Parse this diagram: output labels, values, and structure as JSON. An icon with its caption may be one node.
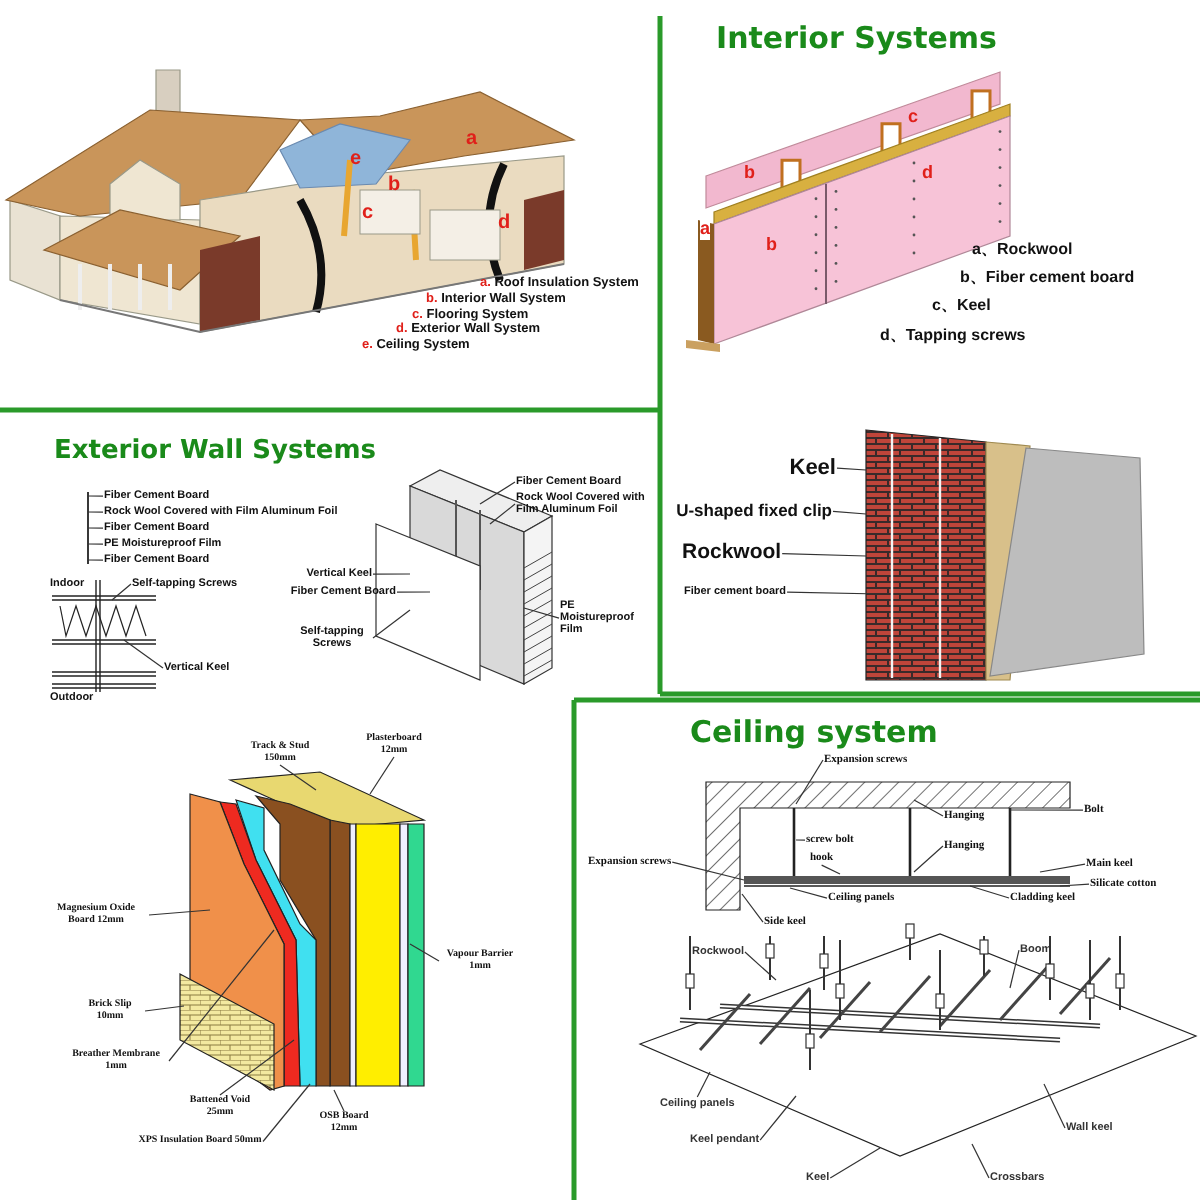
{
  "diagram": {
    "nodes": [
      {
        "text": [
          "Fiber Cement Board"
        ]
      },
      {
        "text": [
          "Rock Wool Covered with Film Aluminum Foil"
        ]
      },
      {
        "text": [
          "Fiber Cement Board"
        ]
      },
      {
        "text": [
          "PE Moistureproof Film"
        ]
      },
      {
        "text": [
          "Fiber Cement Board"
        ]
      },
      {
        "text": [
          "Self-tapping Screws"
        ]
      },
      {
        "text": [
          "Vertical Keel"
        ]
      },
      {
        "text": [
          "Fiber Cement Board"
        ]
      },
      {
        "text": [
          "Rock Wool Covered with Film Aluminum Foil"
        ]
      },
      {
        "text": [
          "Vertical Keel"
        ]
      },
      {
        "text": [
          "Fiber Cement Board"
        ]
      },
      {
        "text": [
          "Self-tapping Screws"
        ]
      },
      {
        "text": [
          "PE Moistureproof Film"
        ]
      },
      {
        "text": [
          "Keel"
        ]
      },
      {
        "text": [
          "U-shaped fixed clip"
        ]
      },
      {
        "text": [
          "Rockwool"
        ]
      },
      {
        "text": [
          "Fiber cement board"
        ]
      },
      {
        "text": [
          "Track & Stud 150mm"
        ]
      },
      {
        "text": [
          "Plasterboard 12mm"
        ]
      },
      {
        "text": [
          "Magnesium Oxide Board 12mm"
        ]
      },
      {
        "text": [
          "Vapour Barrier 1mm"
        ]
      },
      {
        "text": [
          "Brick Slip 10mm"
        ]
      },
      {
        "text": [
          "Breather Membrane 1mm"
        ]
      },
      {
        "text": [
          "Battened Void 25mm"
        ]
      },
      {
        "text": [
          "OSB Board 12mm"
        ]
      },
      {
        "text": [
          "XPS Insulation Board 50mm"
        ]
      },
      {
        "text": [
          "Expansion screws"
        ]
      },
      {
        "text": [
          "Bolt"
        ]
      },
      {
        "text": [
          "Hanging"
        ]
      },
      {
        "text": [
          "screw bolt"
        ]
      },
      {
        "text": [
          "Hanging"
        ]
      },
      {
        "text": [
          "hook"
        ]
      },
      {
        "text": [
          "Main keel"
        ]
      },
      {
        "text": [
          "Expansion screws"
        ]
      },
      {
        "text": [
          "Silicate cotton"
        ]
      },
      {
        "text": [
          "Ceiling panels"
        ]
      },
      {
        "text": [
          "Cladding keel"
        ]
      },
      {
        "text": [
          "Side keel"
        ]
      },
      {
        "text": [
          "Rockwool"
        ]
      },
      {
        "text": [
          "Boom"
        ]
      },
      {
        "text": [
          "Ceiling panels"
        ]
      },
      {
        "text": [
          "Wall keel"
        ]
      },
      {
        "text": [
          "Keel pendant"
        ]
      },
      {
        "text": [
          "Keel"
        ]
      },
      {
        "text": [
          "Crossbars"
        ]
      },
      {
        "text": [],
        "shape": "bar"
      },
      {
        "text": [],
        "shape": "picture"
      },
      {
        "text": [],
        "shape": "picture"
      },
      {
        "text": [],
        "shape": "picture"
      },
      {
        "text": [],
        "shape": "picture"
      },
      {
        "text": [],
        "shape": "picture"
      },
      {
        "text": [],
        "shape": "picture"
      }
    ],
    "edges": [
      {
        "from": 0,
        "to": 45,
        "arrow": "none"
      },
      {
        "from": 1,
        "to": 45,
        "arrow": "none"
      },
      {
        "from": 2,
        "to": 45,
        "arrow": "none"
      },
      {
        "from": 3,
        "to": 45,
        "arrow": "none"
      },
      {
        "from": 4,
        "to": 45,
        "arrow": "none"
      },
      {
        "from": 5,
        "to": 46,
        "arrow": "none"
      },
      {
        "from": 6,
        "to": 46,
        "arrow": "none"
      },
      {
        "from": 7,
        "to": 47,
        "arrow": "none"
      },
      {
        "from": 8,
        "to": 47,
        "arrow": "none"
      },
      {
        "from": 9,
        "to": 47,
        "arrow": "none"
      },
      {
        "from": 10,
        "to": 47,
        "arrow": "none"
      },
      {
        "from": 11,
        "to": 47,
        "arrow": "none"
      },
      {
        "from": 12,
        "to": 47,
        "arrow": "none"
      },
      {
        "from": 13,
        "to": 48,
        "arrow": "none"
      },
      {
        "from": 14,
        "to": 48,
        "arrow": "none"
      },
      {
        "from": 15,
        "to": 48,
        "arrow": "none"
      },
      {
        "from": 16,
        "to": 48,
        "arrow": "none"
      },
      {
        "from": 17,
        "to": 49,
        "arrow": "none"
      },
      {
        "from": 18,
        "to": 49,
        "arrow": "none"
      },
      {
        "from": 19,
        "to": 49,
        "arrow": "none"
      },
      {
        "from": 20,
        "to": 49,
        "arrow": "none"
      },
      {
        "from": 21,
        "to": 49,
        "arrow": "none"
      },
      {
        "from": 22,
        "to": 49,
        "arrow": "none"
      },
      {
        "from": 23,
        "to": 49,
        "arrow": "none"
      },
      {
        "from": 24,
        "to": 49,
        "arrow": "none"
      },
      {
        "from": 25,
        "to": 49,
        "arrow": "none"
      },
      {
        "from": 26,
        "to": 50,
        "arrow": "none"
      },
      {
        "from": 27,
        "to": 50,
        "arrow": "none"
      },
      {
        "from": 28,
        "to": 50,
        "arrow": "none"
      },
      {
        "from": 29,
        "to": 50,
        "arrow": "none"
      },
      {
        "from": 30,
        "to": 50,
        "arrow": "none"
      },
      {
        "from": 31,
        "to": 50,
        "arrow": "none"
      },
      {
        "from": 32,
        "to": 50,
        "arrow": "none"
      },
      {
        "from": 33,
        "to": 50,
        "arrow": "none"
      },
      {
        "from": 34,
        "to": 50,
        "arrow": "none"
      },
      {
        "from": 35,
        "to": 50,
        "arrow": "none"
      },
      {
        "from": 36,
        "to": 50,
        "arrow": "none"
      },
      {
        "from": 37,
        "to": 50,
        "arrow": "none"
      },
      {
        "from": 38,
        "to": 51,
        "arrow": "none"
      },
      {
        "from": 39,
        "to": 51,
        "arrow": "none"
      },
      {
        "from": 40,
        "to": 51,
        "arrow": "none"
      },
      {
        "from": 41,
        "to": 51,
        "arrow": "none"
      },
      {
        "from": 42,
        "to": 51,
        "arrow": "none"
      },
      {
        "from": 43,
        "to": 51,
        "arrow": "none"
      },
      {
        "from": 44,
        "to": 51,
        "arrow": "none"
      }
    ],
    "labels": [
      "a",
      "e",
      "b",
      "c",
      "d",
      "a. Roof Insulation System",
      "b. Interior Wall System",
      "c. Flooring System",
      "d. Exterior Wall System",
      "e. Ceiling System",
      "Interior Systems",
      "c",
      "b",
      "d",
      "a",
      "b",
      "a、Rockwool",
      "b、Fiber cement board",
      "c、Keel",
      "d、Tapping screws",
      "Exterior Wall Systems",
      "Indoor",
      "Outdoor",
      "Ceiling system"
    ]
  }
}
